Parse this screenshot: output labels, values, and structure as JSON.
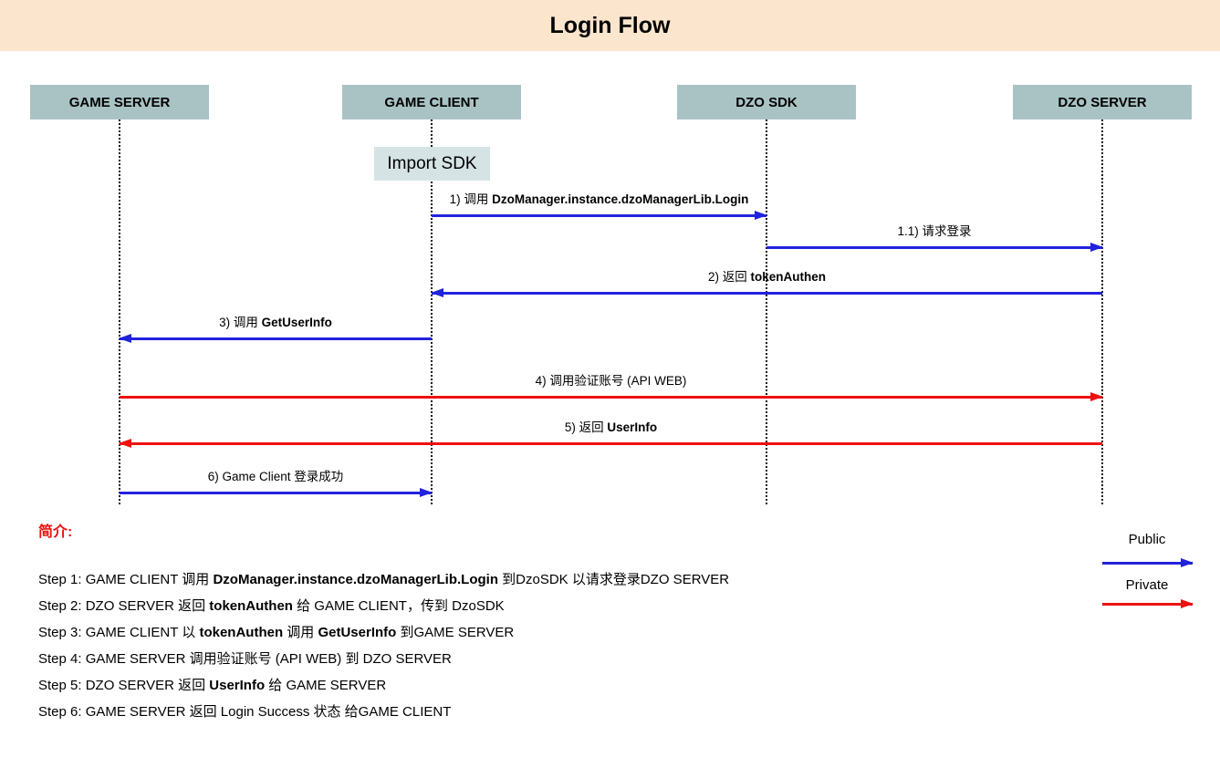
{
  "header": {
    "title": "Login Flow",
    "bg": "#fbe5cc"
  },
  "colors": {
    "participant_box": "#a9c3c5",
    "note_box": "#d5e3e5",
    "public_blue": "#2222dd",
    "private_red": "#ee1111"
  },
  "participants": [
    {
      "label": "GAME SERVER"
    },
    {
      "label": "GAME CLIENT"
    },
    {
      "label": "DZO SDK"
    },
    {
      "label": "DZO SERVER"
    }
  ],
  "note": {
    "label": "Import SDK"
  },
  "messages": [
    {
      "type": "public",
      "color": "#2222dd",
      "from": "GAME CLIENT",
      "to": "DZO SDK",
      "segments": [
        {
          "t": "1) 调用 ",
          "b": false
        },
        {
          "t": "DzoManager.instance.dzoManagerLib.Login",
          "b": true
        }
      ]
    },
    {
      "type": "public",
      "color": "#2222dd",
      "from": "DZO SDK",
      "to": "DZO SERVER",
      "segments": [
        {
          "t": "1.1) 请求登录",
          "b": false
        }
      ]
    },
    {
      "type": "public",
      "color": "#2222dd",
      "from": "DZO SERVER",
      "to": "GAME CLIENT",
      "segments": [
        {
          "t": "2) 返回 ",
          "b": false
        },
        {
          "t": "tokenAuthen",
          "b": true
        }
      ]
    },
    {
      "type": "public",
      "color": "#2222dd",
      "from": "GAME CLIENT",
      "to": "GAME SERVER",
      "segments": [
        {
          "t": "3) 调用 ",
          "b": false
        },
        {
          "t": "GetUserInfo",
          "b": true
        }
      ]
    },
    {
      "type": "private",
      "color": "#ee1111",
      "from": "GAME SERVER",
      "to": "DZO SERVER",
      "segments": [
        {
          "t": "4) 调用验证账号 (API WEB)",
          "b": false
        }
      ]
    },
    {
      "type": "private",
      "color": "#ee1111",
      "from": "DZO SERVER",
      "to": "GAME SERVER",
      "segments": [
        {
          "t": "5) 返回 ",
          "b": false
        },
        {
          "t": "UserInfo",
          "b": true
        }
      ]
    },
    {
      "type": "public",
      "color": "#2222dd",
      "from": "GAME SERVER",
      "to": "GAME CLIENT",
      "segments": [
        {
          "t": "6) Game Client 登录成功",
          "b": false
        }
      ]
    }
  ],
  "legend": [
    {
      "label": "Public",
      "color": "#2222dd"
    },
    {
      "label": "Private",
      "color": "#ee1111"
    }
  ],
  "summary": {
    "heading": "简介:",
    "steps": [
      [
        {
          "t": "Step 1: GAME CLIENT 调用 ",
          "b": false
        },
        {
          "t": "DzoManager.instance.dzoManagerLib.Login",
          "b": true
        },
        {
          "t": " 到DzoSDK 以请求登录DZO SERVER",
          "b": false
        }
      ],
      [
        {
          "t": "Step 2: DZO SERVER 返回 ",
          "b": false
        },
        {
          "t": "tokenAuthen",
          "b": true
        },
        {
          "t": " 给 GAME CLIENT，传到 DzoSDK",
          "b": false
        }
      ],
      [
        {
          "t": "Step 3: GAME CLIENT 以 ",
          "b": false
        },
        {
          "t": "tokenAuthen",
          "b": true
        },
        {
          "t": " 调用 ",
          "b": false
        },
        {
          "t": "GetUserInfo",
          "b": true
        },
        {
          "t": " 到GAME SERVER",
          "b": false
        }
      ],
      [
        {
          "t": "Step 4: GAME SERVER 调用验证账号 (API WEB) 到 DZO SERVER",
          "b": false
        }
      ],
      [
        {
          "t": "Step 5: DZO SERVER 返回 ",
          "b": false
        },
        {
          "t": "UserInfo",
          "b": true
        },
        {
          "t": " 给 GAME SERVER",
          "b": false
        }
      ],
      [
        {
          "t": "Step 6: GAME SERVER 返回 Login Success 状态 给GAME CLIENT",
          "b": false
        }
      ]
    ]
  }
}
